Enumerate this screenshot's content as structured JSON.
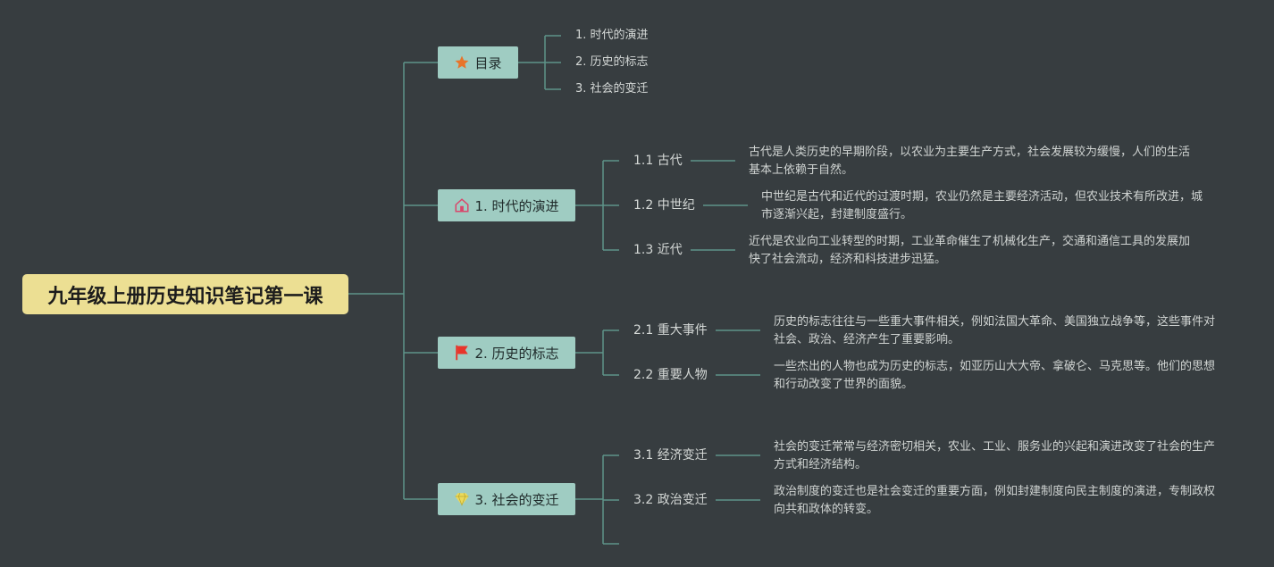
{
  "title": "九年级上册历史知识笔记第一课",
  "toc": {
    "label": "目录",
    "icon": "star-icon",
    "items": [
      "1. 时代的演进",
      "2. 历史的标志",
      "3. 社会的变迁"
    ]
  },
  "branches": [
    {
      "label": "1. 时代的演进",
      "icon": "house-icon",
      "children": [
        {
          "label": "1.1 古代",
          "desc": "古代是人类历史的早期阶段，以农业为主要生产方式，社会发展较为缓慢，人们的生活基本上依赖于自然。"
        },
        {
          "label": "1.2 中世纪",
          "desc": "中世纪是古代和近代的过渡时期，农业仍然是主要经济活动，但农业技术有所改进，城市逐渐兴起，封建制度盛行。"
        },
        {
          "label": "1.3 近代",
          "desc": "近代是农业向工业转型的时期，工业革命催生了机械化生产，交通和通信工具的发展加快了社会流动，经济和科技进步迅猛。"
        }
      ]
    },
    {
      "label": "2. 历史的标志",
      "icon": "flag-icon",
      "children": [
        {
          "label": "2.1 重大事件",
          "desc": "历史的标志往往与一些重大事件相关，例如法国大革命、美国独立战争等，这些事件对社会、政治、经济产生了重要影响。"
        },
        {
          "label": "2.2 重要人物",
          "desc": "一些杰出的人物也成为历史的标志，如亚历山大大帝、拿破仑、马克思等。他们的思想和行动改变了世界的面貌。"
        }
      ]
    },
    {
      "label": "3. 社会的变迁",
      "icon": "diamond-icon",
      "children": [
        {
          "label": "3.1 经济变迁",
          "desc": "社会的变迁常常与经济密切相关，农业、工业、服务业的兴起和演进改变了社会的生产方式和经济结构。"
        },
        {
          "label": "3.2 政治变迁",
          "desc": "政治制度的变迁也是社会变迁的重要方面，例如封建制度向民主制度的演进，专制政权向共和政体的转变。"
        }
      ]
    }
  ],
  "colors": {
    "background": "#373d40",
    "root": "#ecdf93",
    "branch": "#9fccc2",
    "line": "#5f9489",
    "star": "#e8742a",
    "house": "#d9466b",
    "flag": "#e8342a",
    "diamond": "#ecd95a"
  }
}
